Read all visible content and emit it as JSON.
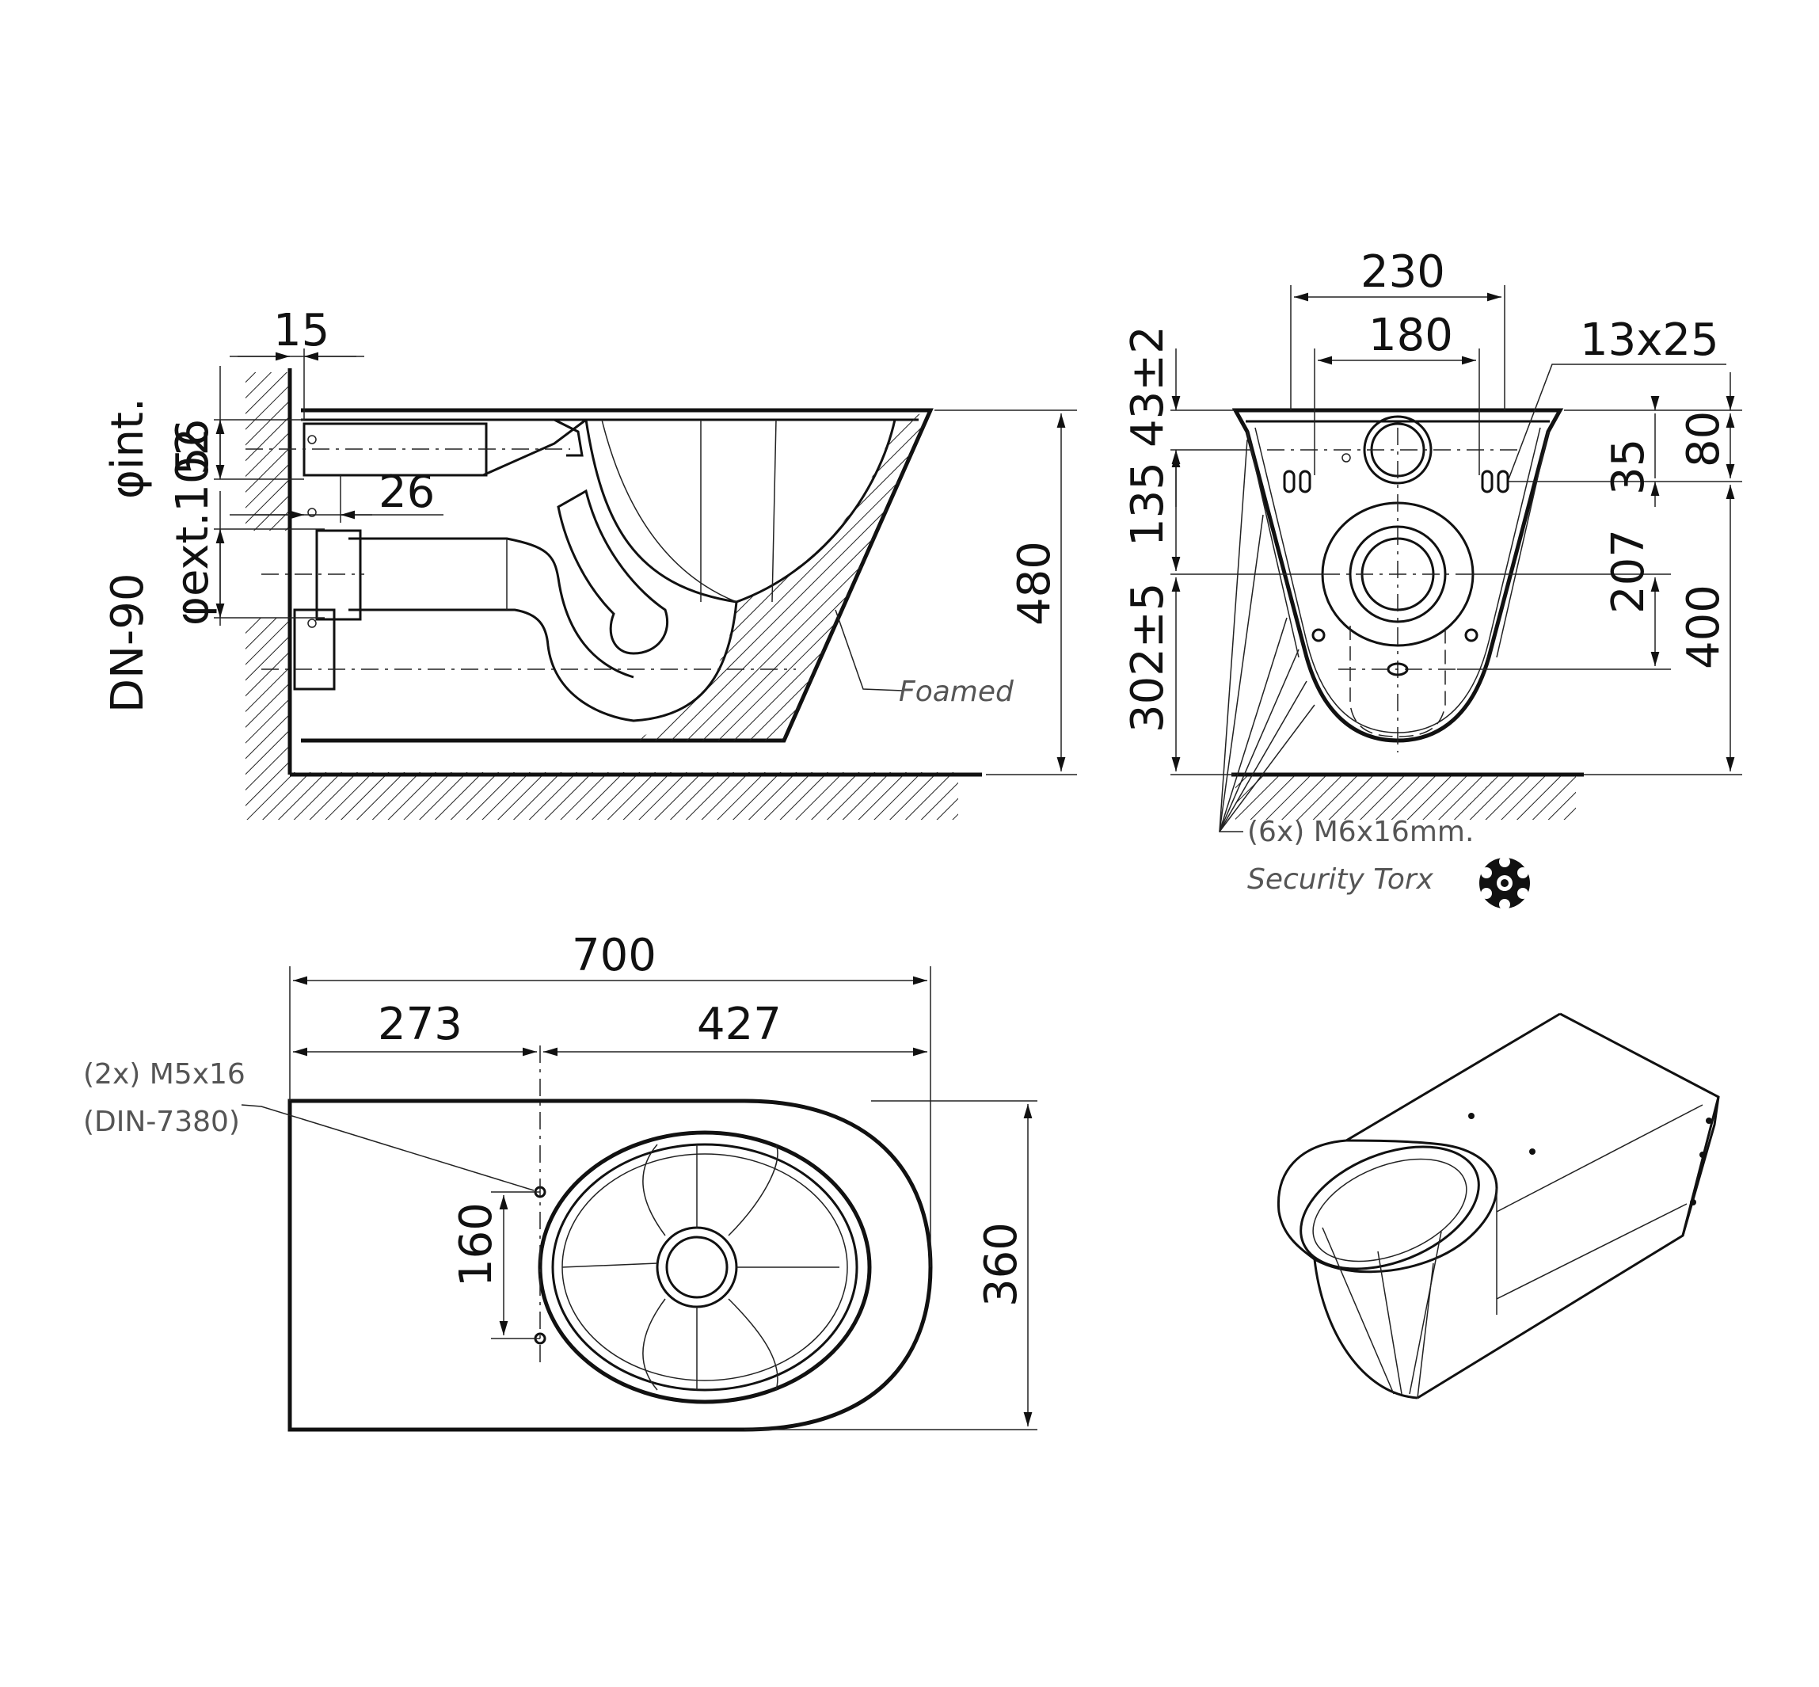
{
  "side_view": {
    "wall_offset": "15",
    "phi_int": "φint.",
    "inlet_height": "56",
    "inlet_gap": "26",
    "outlet_ext": "φext.102",
    "outlet_dn": "DN-90",
    "total_height": "480",
    "foamed_label": "Foamed"
  },
  "front_view": {
    "width_outer": "230",
    "width_inner": "180",
    "slot_size": "13x25",
    "top_offset": "43±2",
    "dim_135": "135",
    "dim_302": "302±5",
    "dim_35": "35",
    "dim_80": "80",
    "dim_207": "207",
    "dim_400": "400",
    "screws_line1": "(6x) M6x16mm.",
    "screws_line2": "Security Torx",
    "torx_icon": "security-torx-icon"
  },
  "top_view": {
    "total_length": "700",
    "length_rear": "273",
    "length_front": "427",
    "hole_spacing": "160",
    "width": "360",
    "screws_line1": "(2x) M5x16",
    "screws_line2": "(DIN-7380)"
  }
}
